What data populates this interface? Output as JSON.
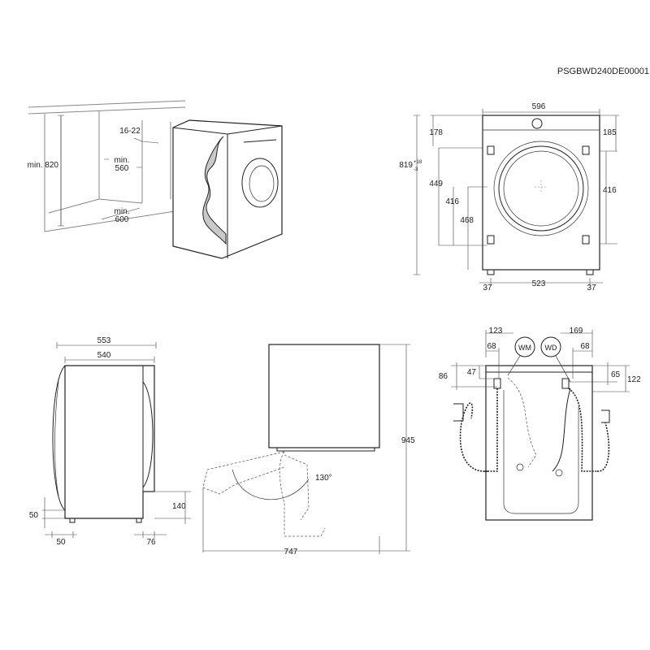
{
  "doc_code": "PSGBWD240DE00001",
  "install_view": {
    "dims": {
      "height": "min. 820",
      "gap": "16-22",
      "depth_label": "min.",
      "depth_value": "560",
      "width_label": "min.",
      "width_value": "600"
    }
  },
  "front_view": {
    "dims": {
      "width": "596",
      "top_left": "178",
      "top_right": "185",
      "total_height": "819",
      "tol_upper": "+18",
      "tol_lower": "-3",
      "left_449": "449",
      "left_416": "416",
      "left_468": "468",
      "right_416": "416",
      "bottom_left": "37",
      "bottom_mid": "523",
      "bottom_right": "37"
    }
  },
  "side_view": {
    "dims": {
      "outer_depth": "553",
      "inner_depth": "540",
      "foot_height": "50",
      "foot_offset": "50",
      "back_step": "140",
      "back_offset": "76"
    }
  },
  "door_view": {
    "dims": {
      "height": "945",
      "angle": "130°",
      "depth_open": "747"
    }
  },
  "back_view": {
    "dims": {
      "left_offset": "123",
      "left_inner": "68",
      "right_offset": "169",
      "right_inner": "68",
      "left_h1": "86",
      "left_h2": "47",
      "right_h1": "65",
      "right_h2": "122"
    },
    "labels": {
      "wm": "WM",
      "wd": "WD"
    }
  }
}
